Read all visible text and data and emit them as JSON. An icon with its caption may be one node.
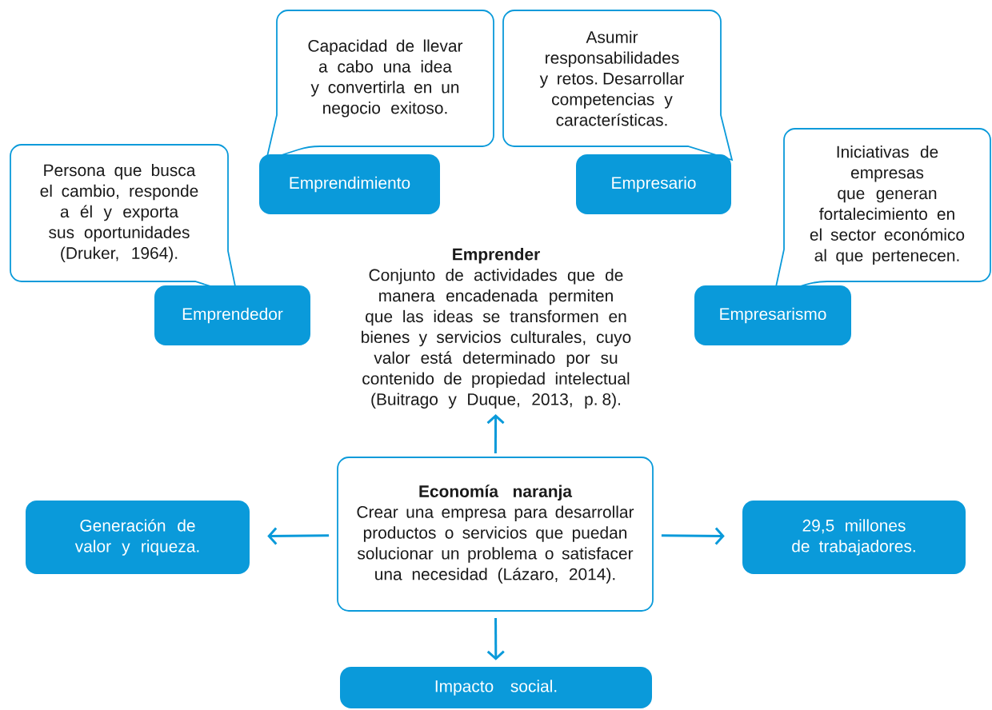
{
  "diagram": {
    "nodes": [
      {
        "text": [
          "Capacidad de llevar a cabo una idea y convertirla en un negocio exitoso."
        ]
      },
      {
        "text": [
          "Asumir responsabilidades y retos. Desarrollar competencias  y características."
        ]
      },
      {
        "text": [
          "Emprendimiento"
        ]
      },
      {
        "text": [
          "Empresario"
        ]
      },
      {
        "text": [
          "Persona que busca el cambio, responde a él y exporta sus oportunidades (Druker, 1964)."
        ]
      },
      {
        "text": [
          "Iniciativas  de empresas que generan fortalecimiento en el sector económico al que pertenecen."
        ]
      },
      {
        "text": [
          "Emprendedor"
        ]
      },
      {
        "text": [
          "Empresarismo"
        ]
      },
      {
        "text": [
          "Emprender",
          "Conjunto de actividades que de manera encadenada permiten que las ideas se transformen en bienes y servicios culturales, cuyo valor está determinado por su contenido de propiedad intelectual (Buitrago y Duque, 2013, p. 8)."
        ]
      },
      {
        "text": [
          "Economía naranja",
          "Crear una empresa para desarrollar productos o servicios que puedan solucionar un problema o satisfacer una necesidad (Lázaro, 2014)."
        ]
      },
      {
        "text": [
          "Generación de valor y riqueza."
        ]
      },
      {
        "text": [
          "29,5 millones de trabajadores."
        ]
      },
      {
        "text": [
          "Impacto social."
        ]
      }
    ],
    "edges": [
      {
        "from": 9,
        "to": 8,
        "arrow": "to"
      },
      {
        "from": 9,
        "to": 10,
        "arrow": "to"
      },
      {
        "from": 9,
        "to": 11,
        "arrow": "to"
      },
      {
        "from": 9,
        "to": 12,
        "arrow": "to"
      }
    ]
  }
}
